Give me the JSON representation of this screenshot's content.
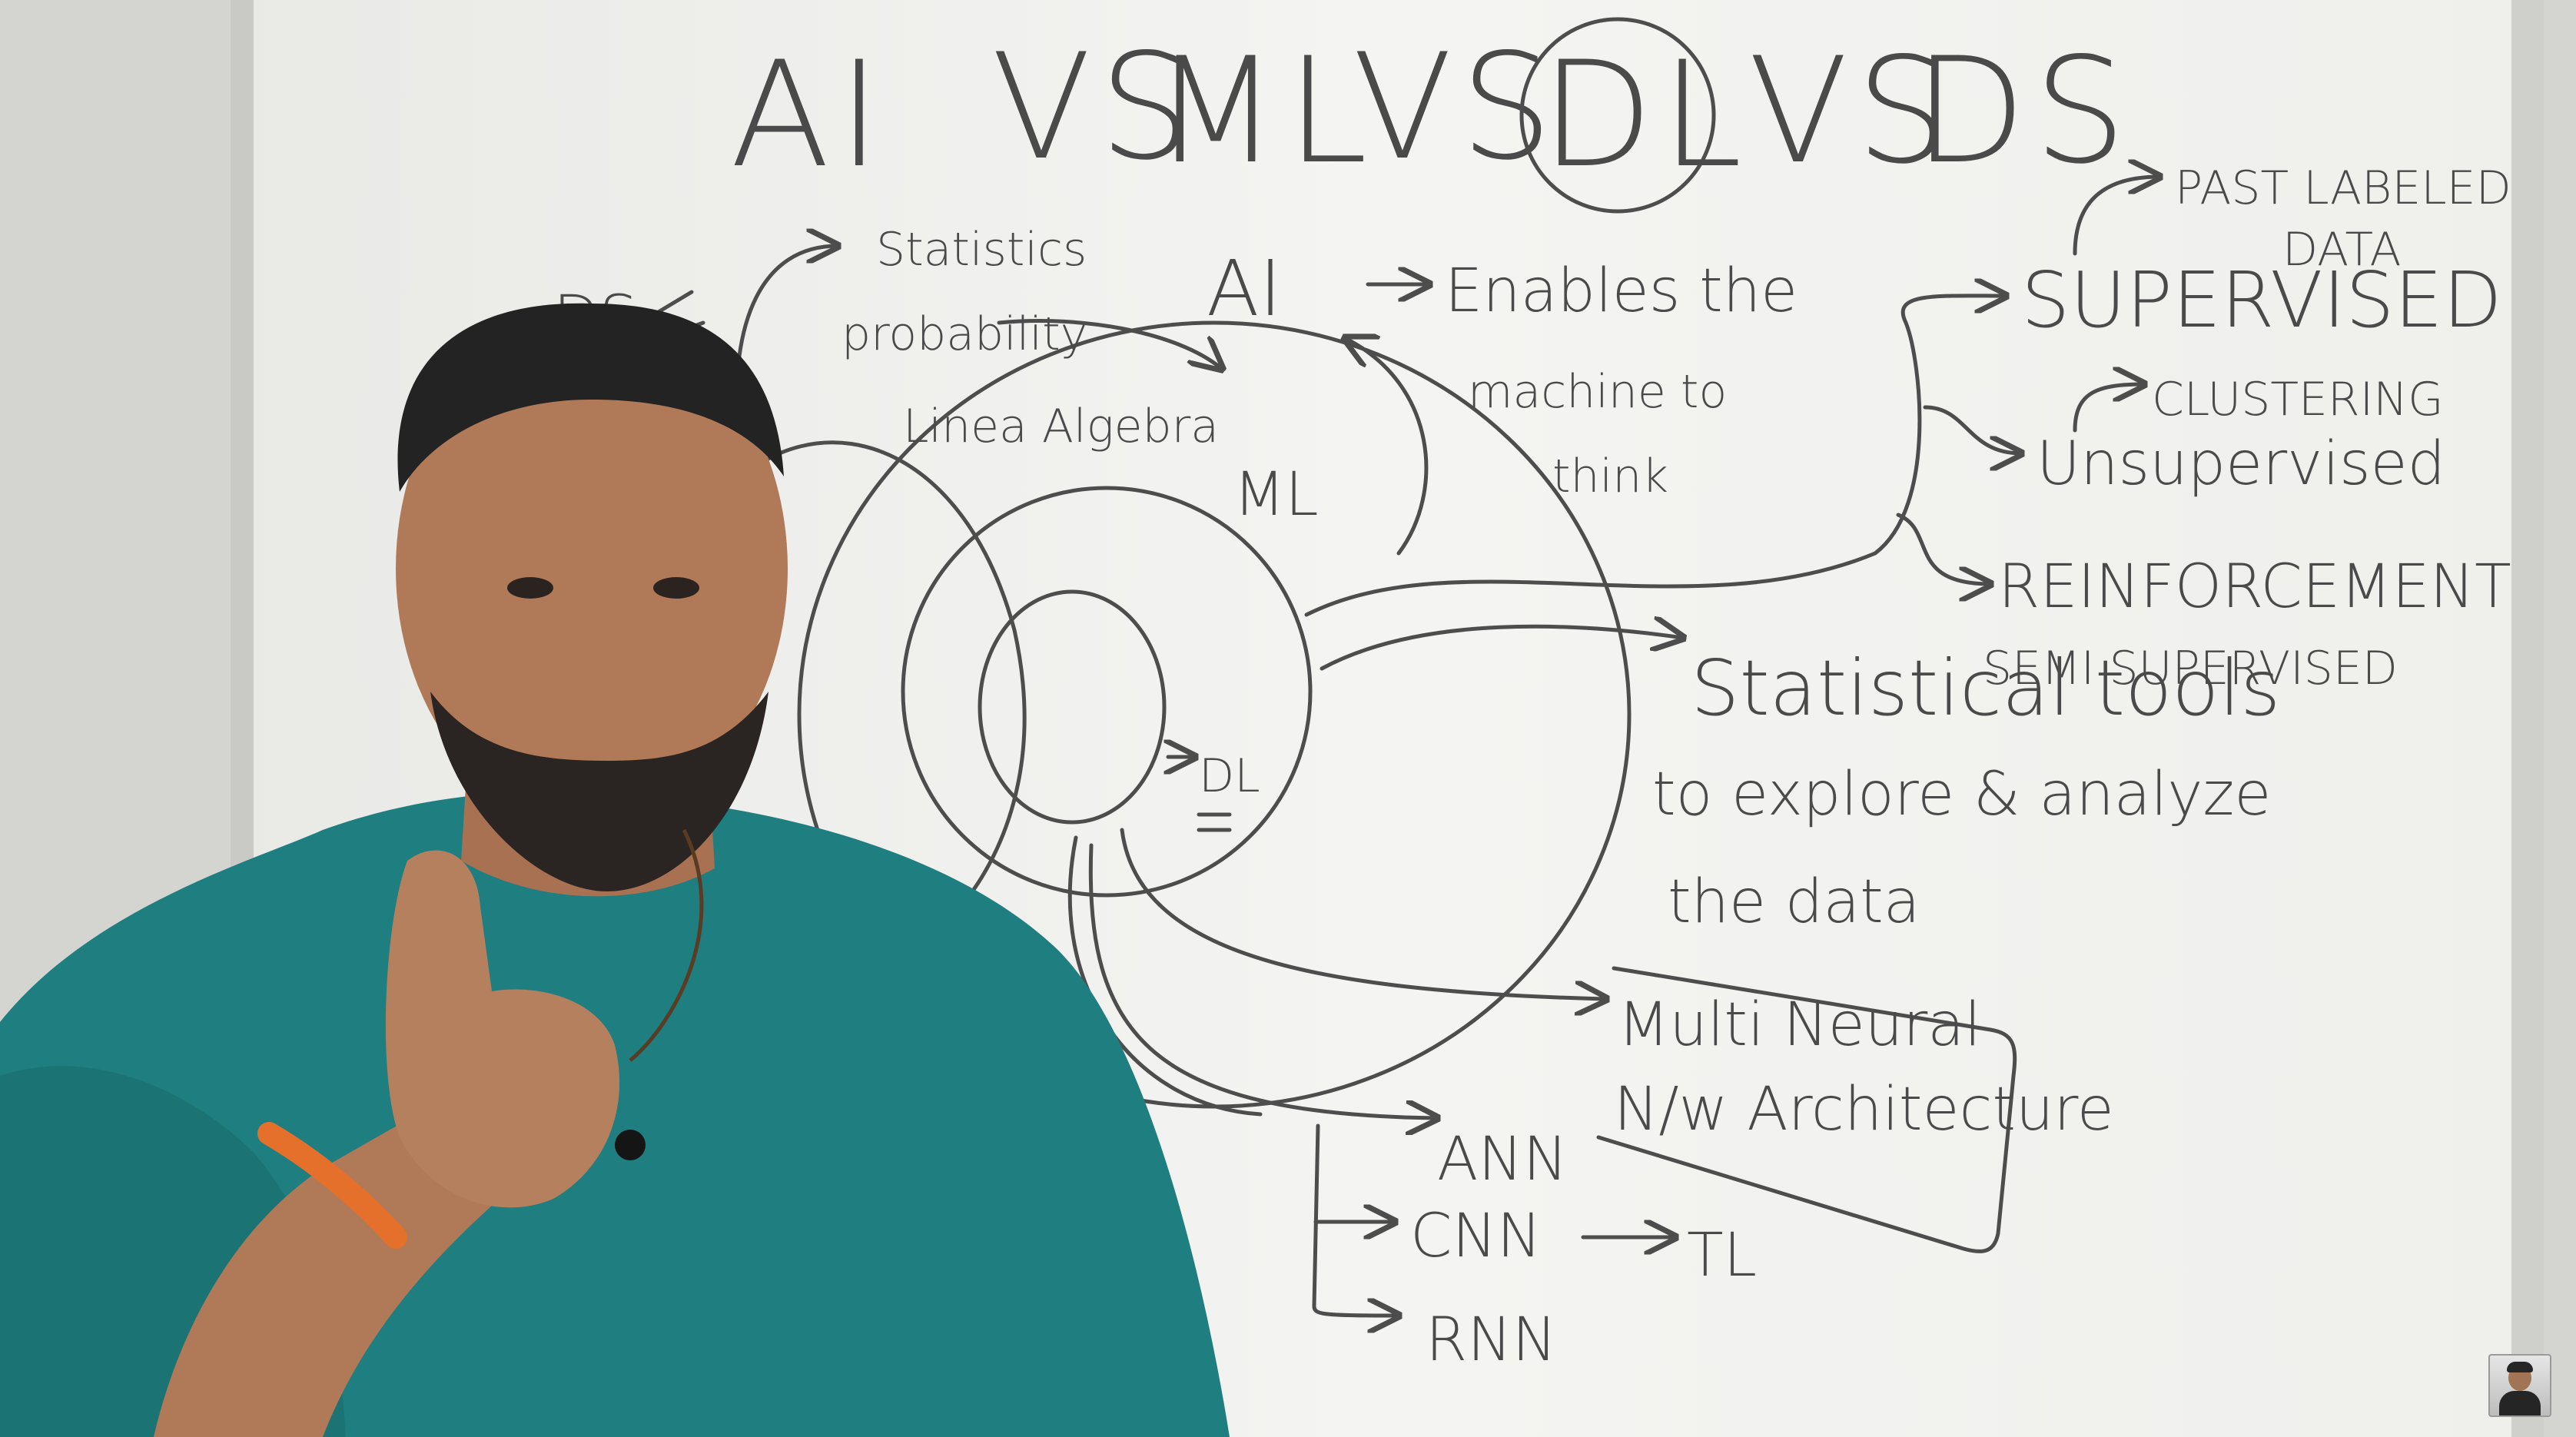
{
  "whiteboard": {
    "title": {
      "ai": "AI",
      "vs1": "VS",
      "ml": "ML",
      "vs2": "VS",
      "dl": "DL",
      "vs3": "VS",
      "ds": "DS"
    },
    "ds_label": "DS",
    "stats_line1": "Statistics",
    "stats_line2": "probability",
    "linear_algebra": "Linea Algebra",
    "ai_label": "AI",
    "ai_def_line1": "Enables the",
    "ai_def_line2": "machine to",
    "ai_def_line3": "think",
    "ml_label": "ML",
    "dl_label": "DL",
    "past_line1": "PAST LABELED",
    "past_line2": "DATA",
    "supervised": "SUPERVISED",
    "clustering": "CLUSTERING",
    "unsupervised": "Unsupervised",
    "reinforcement": "REINFORCEMENT",
    "semi_supervised": "SEMI SUPERVISED",
    "ds_def_line1": "Statistical tools",
    "ds_def_line2": "to explore & analyze",
    "ds_def_line3": "the data",
    "box_line1": "Multi Neural",
    "box_line2": "N/w Architecture",
    "ann": "ANN",
    "cnn": "CNN",
    "tl": "TL",
    "rnn": "RNN"
  },
  "colors": {
    "board": "#f1f1ef",
    "marker": "#4a4a4a",
    "shirt": "#1f7e7f",
    "skin": "#b07a58",
    "hair": "#232323",
    "wall": "#d6d6d2"
  },
  "thumbnail": {
    "icon": "presenter-avatar-icon"
  }
}
